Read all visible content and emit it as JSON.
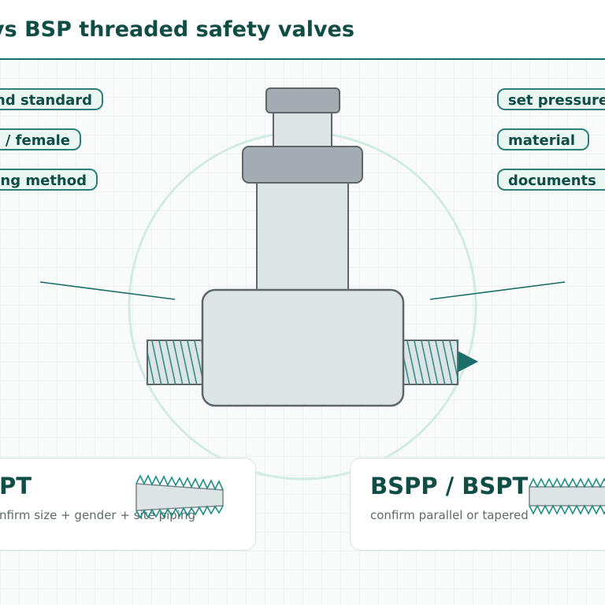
{
  "title": "vs BSP threaded safety valves",
  "left_labels": [
    "nd standard",
    "/ female",
    "ng method"
  ],
  "right_labels": [
    "set pressure",
    "material",
    "documents"
  ],
  "cards": [
    {
      "title": "PT",
      "subtitle": "nfirm size + gender + site piping",
      "icon": "tapered-thread-icon"
    },
    {
      "title": "BSPP / BSPT",
      "subtitle": "confirm parallel or tapered",
      "icon": "parallel-thread-icon"
    }
  ],
  "colors": {
    "accent": "#1a6d68",
    "title": "#0f4d45",
    "pill_fill": "#e9f6f2",
    "pill_border": "#2f7f76",
    "valve_body": "#dde4e5",
    "valve_cap": "#a3acb0",
    "valve_outline": "#5e6669",
    "thread_hatch": "#2a8b84",
    "ring": "#d2ebe3"
  },
  "icons": [
    "safety-valve-icon",
    "flow-arrow-icon",
    "tapered-thread-icon",
    "parallel-thread-icon"
  ]
}
